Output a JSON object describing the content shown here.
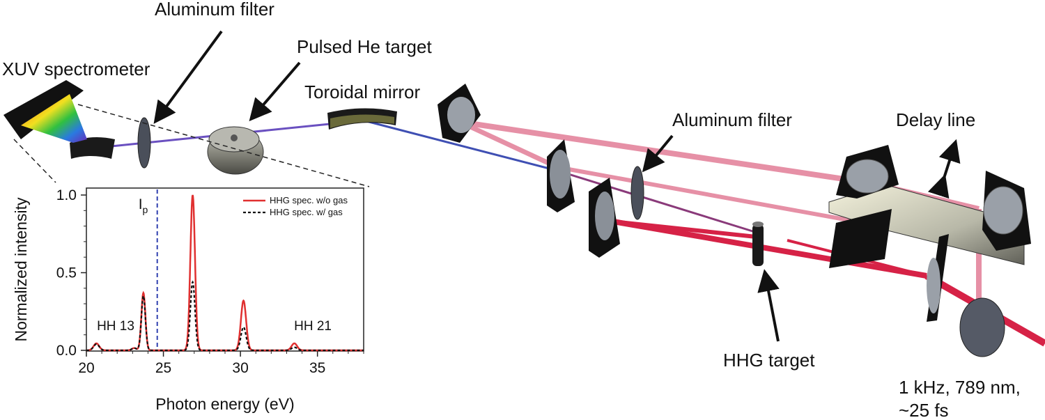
{
  "labels": {
    "xuv_spectrometer": "XUV spectrometer",
    "aluminum_filter_1": "Aluminum filter",
    "pulsed_he_target": "Pulsed He target",
    "toroidal_mirror": "Toroidal mirror",
    "aluminum_filter_2": "Aluminum filter",
    "delay_line": "Delay line",
    "hhg_target": "HHG target",
    "laser_line1": "1 kHz, 789 nm,",
    "laser_line2": "~25 fs"
  },
  "colors": {
    "red_beam": "#d62246",
    "pink_beam": "#e690a6",
    "xuv_beam": "#3f4fb3",
    "spec_red": "#e03030",
    "ip_line": "#3040b0"
  },
  "chart_data": {
    "type": "line",
    "xlabel": "Photon energy (eV)",
    "ylabel": "Normalized intensity",
    "xlim": [
      20,
      38
    ],
    "ylim": [
      0,
      1.0
    ],
    "xticks": [
      "20",
      "25",
      "30",
      "35"
    ],
    "yticks": [
      "0.0",
      "0.5",
      "1.0"
    ],
    "grid": false,
    "legend": "top-right",
    "ip": {
      "label": "I",
      "sub": "p",
      "x": 24.6
    },
    "annotations": [
      {
        "text": "HH 13",
        "x": 21.9,
        "y": 0.13
      },
      {
        "text": "HH 21",
        "x": 34.7,
        "y": 0.13
      }
    ],
    "series": [
      {
        "name": "HHG spec. w/o gas",
        "style": "solid",
        "peaks": [
          {
            "x": 20.65,
            "y": 0.045,
            "w": 0.18
          },
          {
            "x": 23.1,
            "y": 0.015,
            "w": 0.15
          },
          {
            "x": 23.7,
            "y": 0.37,
            "w": 0.13
          },
          {
            "x": 26.9,
            "y": 1.0,
            "w": 0.15
          },
          {
            "x": 30.2,
            "y": 0.32,
            "w": 0.17
          },
          {
            "x": 33.5,
            "y": 0.045,
            "w": 0.18
          }
        ]
      },
      {
        "name": "HHG spec. w/ gas",
        "style": "dashed",
        "peaks": [
          {
            "x": 20.65,
            "y": 0.04,
            "w": 0.18
          },
          {
            "x": 23.1,
            "y": 0.015,
            "w": 0.15
          },
          {
            "x": 23.7,
            "y": 0.35,
            "w": 0.13
          },
          {
            "x": 26.9,
            "y": 0.44,
            "w": 0.15
          },
          {
            "x": 30.2,
            "y": 0.15,
            "w": 0.17
          },
          {
            "x": 33.5,
            "y": 0.02,
            "w": 0.18
          }
        ]
      }
    ]
  }
}
